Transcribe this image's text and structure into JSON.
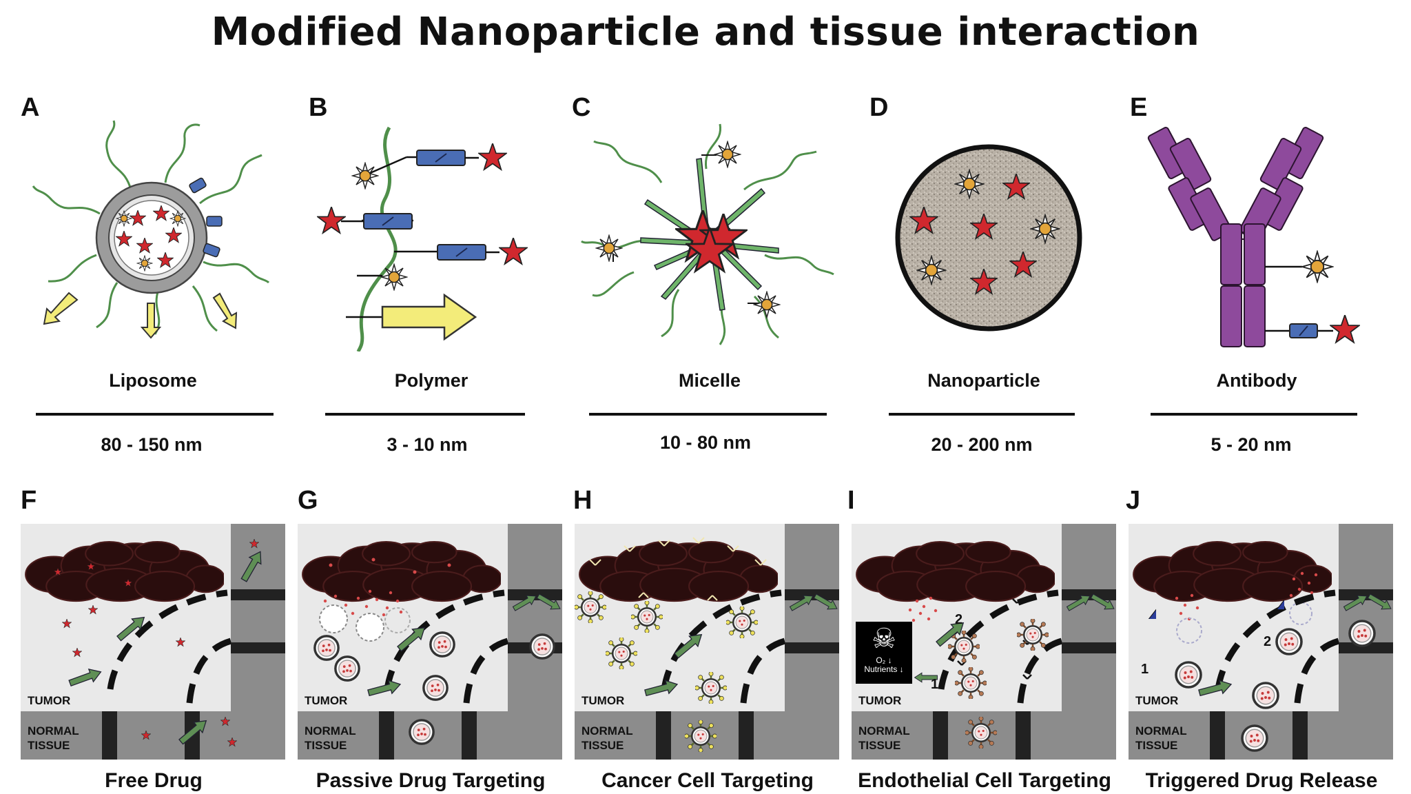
{
  "title": "Modified Nanoparticle and tissue interaction",
  "top_panels": [
    {
      "letter": "A",
      "name": "Liposome",
      "size": "80 - 150 nm"
    },
    {
      "letter": "B",
      "name": "Polymer",
      "size": "3 - 10 nm"
    },
    {
      "letter": "C",
      "name": "Micelle",
      "size": "10 - 80 nm"
    },
    {
      "letter": "D",
      "name": "Nanoparticle",
      "size": "20 - 200 nm"
    },
    {
      "letter": "E",
      "name": "Antibody",
      "size": "5 - 20 nm"
    }
  ],
  "bottom_panels": [
    {
      "letter": "F",
      "caption": "Free Drug",
      "tumor": "TUMOR",
      "normal_line1": "NORMAL",
      "normal_line2": "TISSUE"
    },
    {
      "letter": "G",
      "caption": "Passive Drug Targeting",
      "tumor": "TUMOR",
      "normal_line1": "NORMAL",
      "normal_line2": "TISSUE"
    },
    {
      "letter": "H",
      "caption": "Cancer Cell Targeting",
      "tumor": "TUMOR",
      "normal_line1": "NORMAL",
      "normal_line2": "TISSUE"
    },
    {
      "letter": "I",
      "caption": "Endothelial Cell Targeting",
      "tumor": "TUMOR",
      "normal_line1": "NORMAL",
      "normal_line2": "TISSUE"
    },
    {
      "letter": "J",
      "caption": "Triggered Drug Release",
      "tumor": "TUMOR",
      "normal_line1": "NORMAL",
      "normal_line2": "TISSUE"
    }
  ],
  "annotations": {
    "hypoxia_o2": "O₂ ↓",
    "hypoxia_nutrients": "Nutrients ↓",
    "step_1": "1",
    "step_2": "2"
  },
  "colors": {
    "drug_star": "#d0282e",
    "targeting_ligand": "#e3a53a",
    "peg_chain": "#4f8f4a",
    "linker_block": "#4a6db5",
    "trigger_arrow": "#f3ec7a",
    "antibody": "#7d3a8e",
    "tumor_mass": "#2a0d0d",
    "vessel_wall": "#9a9a9a",
    "flow_arrow": "#5f8f55"
  },
  "icons": [
    "skull-crossbones-icon",
    "lightning-bolt-icon"
  ]
}
